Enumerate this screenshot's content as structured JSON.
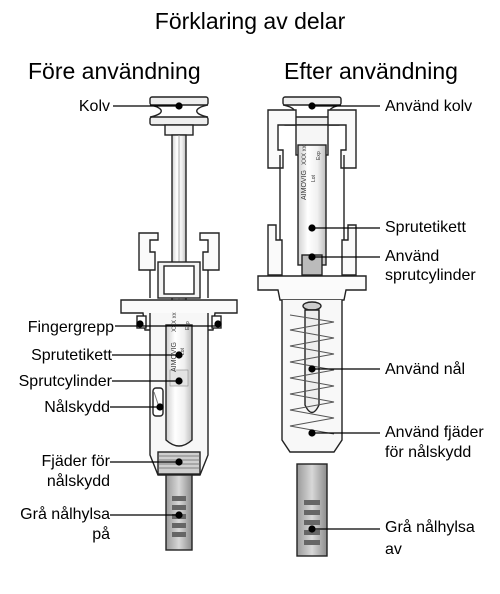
{
  "title": "Förklaring av delar",
  "headings": {
    "before": "Före användning",
    "after": "Efter användning"
  },
  "labels_before": {
    "plunger": "Kolv",
    "finger_grip": "Fingergrepp",
    "syringe_label": "Sprutetikett",
    "syringe_barrel": "Sprutcylinder",
    "needle_guard": "Nålskydd",
    "needle_guard_spring": [
      "Fjäder för",
      "nålskydd"
    ],
    "grey_needle_cap_on": [
      "Grå nålhylsa",
      "på"
    ]
  },
  "labels_after": {
    "used_plunger": "Använd kolv",
    "syringe_label": "Sprutetikett",
    "used_syringe_barrel": [
      "Använd",
      "sprutcylinder"
    ],
    "used_needle": "Använd nål",
    "used_needle_guard_spring": [
      "Använd fjäder",
      "för nålskydd"
    ],
    "grey_needle_cap_off": [
      "Grå nålhylsa",
      "av"
    ]
  },
  "barrel_print": {
    "brand": "AIMOVIG",
    "dose": "XXX xx",
    "lot": "Lot",
    "exp": "Exp"
  }
}
